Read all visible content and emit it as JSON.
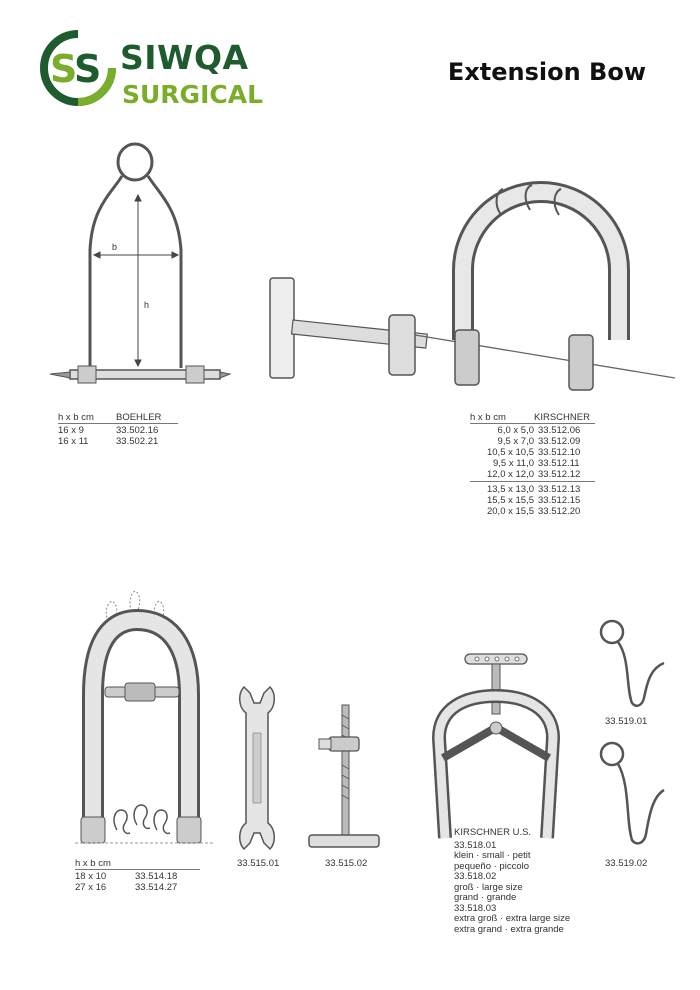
{
  "header": {
    "brand_line1": "SIWQA",
    "brand_line2": "SURGICAL",
    "page_title": "Extension Bow",
    "logo_colors": {
      "dark_green": "#1e5b2e",
      "light_green": "#7aad2a"
    }
  },
  "boehler": {
    "dim_b": "b",
    "dim_h": "h",
    "col_dim": "h x b cm",
    "col_name": "BOEHLER",
    "rows": [
      {
        "dim": "16 x  9",
        "code": "33.502.16"
      },
      {
        "dim": "16 x 11",
        "code": "33.502.21"
      }
    ]
  },
  "kirschner": {
    "col_dim": "h x b cm",
    "col_name": "KIRSCHNER",
    "rows_a": [
      {
        "dim": "6,0 x  5,0",
        "code": "33.512.06"
      },
      {
        "dim": "9,5 x  7,0",
        "code": "33.512.09"
      },
      {
        "dim": "10,5 x 10,5",
        "code": "33.512.10"
      },
      {
        "dim": "9,5 x 11,0",
        "code": "33.512.11"
      },
      {
        "dim": "12,0 x 12,0",
        "code": "33.512.12"
      }
    ],
    "rows_b": [
      {
        "dim": "13,5 x 13,0",
        "code": "33.512.13"
      },
      {
        "dim": "15,5 x 15,5",
        "code": "33.512.15"
      },
      {
        "dim": "20,0 x 15,5",
        "code": "33.512.20"
      }
    ]
  },
  "bow_large": {
    "col_dim": "h x b cm",
    "rows": [
      {
        "dim": "18 x 10",
        "code": "33.514.18"
      },
      {
        "dim": "27 x 16",
        "code": "33.514.27"
      }
    ]
  },
  "wrench": {
    "code": "33.515.01"
  },
  "tkey": {
    "code": "33.515.02"
  },
  "kirschner_us": {
    "title": "KIRSCHNER U.S.",
    "items": [
      {
        "code": "33.518.01",
        "line1": "klein · small · petit",
        "line2": "pequeño · piccolo"
      },
      {
        "code": "33.518.02",
        "line1": "groß · large size",
        "line2": "grand · grande"
      },
      {
        "code": "33.518.03",
        "line1": "extra groß · extra large size",
        "line2": "extra grand · extra grande"
      }
    ]
  },
  "hooks": [
    {
      "code": "33.519.01"
    },
    {
      "code": "33.519.02"
    }
  ]
}
